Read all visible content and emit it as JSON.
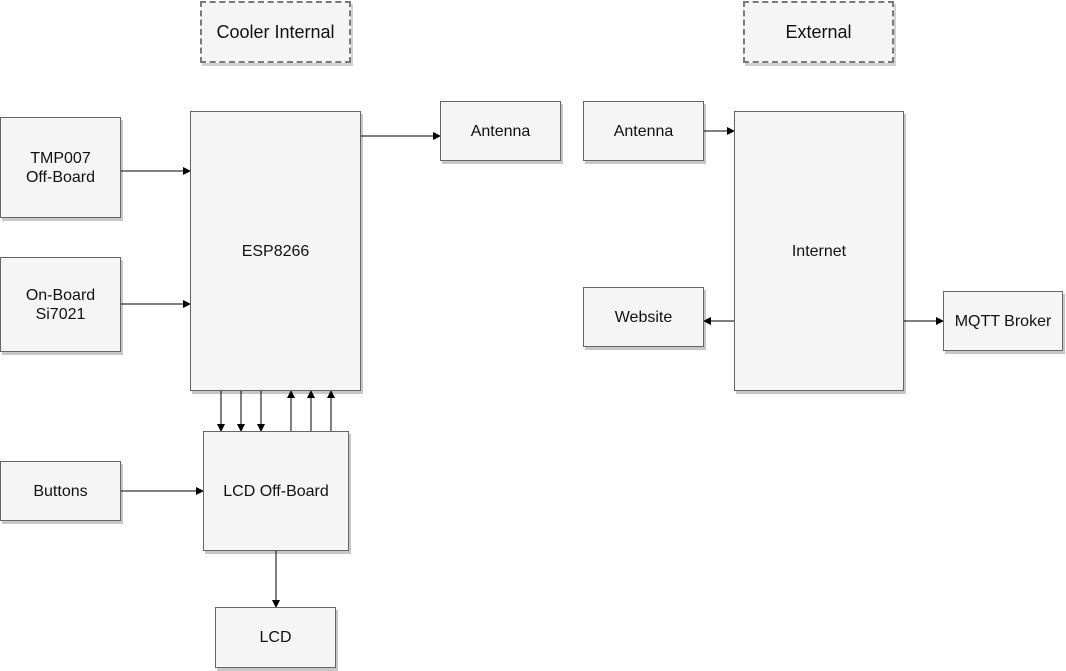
{
  "groups": {
    "cooler_internal": "Cooler Internal",
    "external": "External"
  },
  "nodes": {
    "tmp007": "TMP007\nOff-Board",
    "onboard_si7021": "On-Board\nSi7021",
    "esp8266": "ESP8266",
    "antenna_internal": "Antenna",
    "antenna_external": "Antenna",
    "internet": "Internet",
    "website": "Website",
    "mqtt_broker": "MQTT Broker",
    "buttons": "Buttons",
    "lcd_offboard": "LCD Off-Board",
    "lcd": "LCD"
  },
  "colors": {
    "box_fill": "#f5f5f5",
    "box_border": "#666666",
    "edge": "#000000"
  }
}
